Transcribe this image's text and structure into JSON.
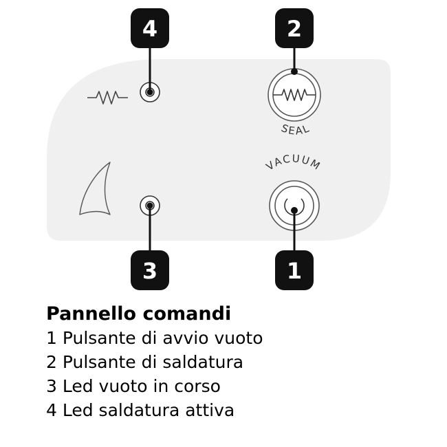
{
  "panel": {
    "seal_label": "SEAL",
    "vacuum_label": "VACUUM",
    "badges": [
      "4",
      "2",
      "3",
      "1"
    ]
  },
  "legend": {
    "title": "Pannello comandi",
    "items": [
      "1 Pulsante di avvio vuoto",
      "2 Pulsante di saldatura",
      "3 Led vuoto in corso",
      "4 Led saldatura attiva"
    ]
  },
  "colors": {
    "panel_bg": "#f0f0f0",
    "badge_bg": "#111111",
    "line": "#111111",
    "symbol": "#444444"
  }
}
